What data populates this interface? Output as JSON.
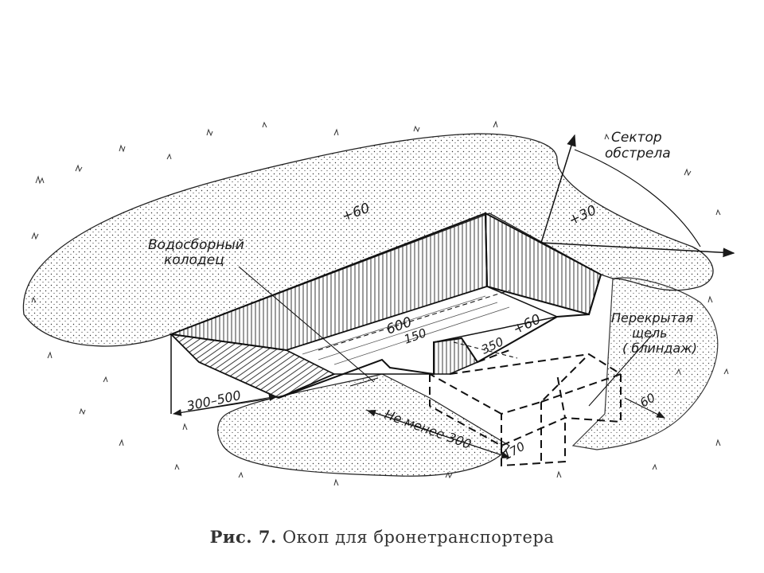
{
  "figure": {
    "label": "Рис. 7.",
    "title": "Окоп для бронетранспортера"
  },
  "labels": {
    "sector_line1": "Сектор",
    "sector_line2": "обстрела",
    "sump_line1": "Водосборный",
    "sump_line2": "колодец",
    "shelter_line1": "Перекрытая",
    "shelter_line2": "щель",
    "shelter_line3": "( блиндаж)"
  },
  "dimensions": {
    "parapet_left": "+60",
    "parapet_right": "+30",
    "parapet_shelter": "+60",
    "length": "600",
    "depth": "150",
    "width_ramp": "300–500",
    "distance_min": "Не менее 300",
    "shelter_len": "350",
    "shelter_depth": "170",
    "shelter_width": "60"
  },
  "colors": {
    "ink": "#1a1a1a",
    "caption": "#333333"
  }
}
